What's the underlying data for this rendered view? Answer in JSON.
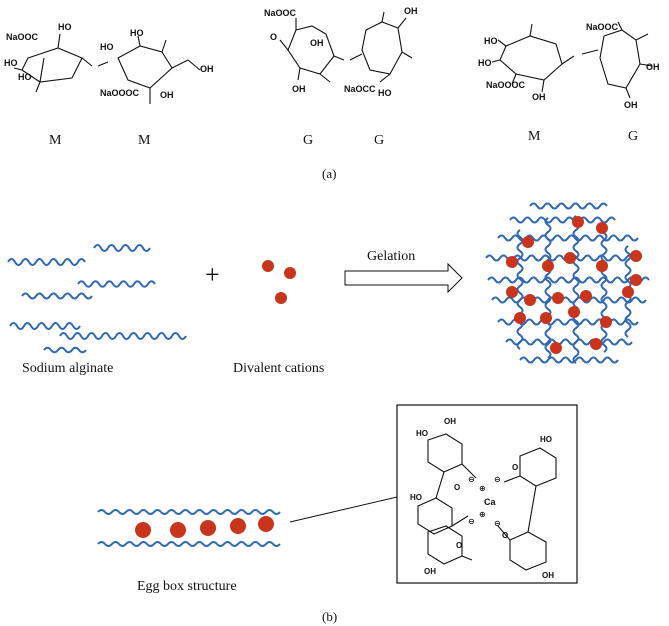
{
  "panel_a": {
    "caption": "(a)",
    "dimers": [
      {
        "units": [
          "M",
          "M"
        ],
        "groups": [
          "NaOOC",
          "HO",
          "HO",
          "HO",
          "HO",
          "HO",
          "NaOOOC",
          "OH",
          "OH"
        ]
      },
      {
        "units": [
          "G",
          "G"
        ],
        "groups": [
          "NaOOC",
          "OH",
          "O",
          "OH",
          "NaOCC",
          "OH"
        ]
      },
      {
        "units": [
          "M",
          "G"
        ],
        "groups": [
          "NaOOC",
          "HO",
          "HO",
          "NaOOOC",
          "OH",
          "OH",
          "OH"
        ]
      }
    ]
  },
  "panel_b": {
    "caption": "(b)",
    "sodium_alginate_label": "Sodium alginate",
    "plus_sign": "+",
    "cations_label": "Divalent cations",
    "arrow_label": "Gelation",
    "egg_box_label": "Egg box structure",
    "complex": {
      "metal": "Ca",
      "groups": [
        "OH",
        "HO",
        "O",
        "HO",
        "O",
        "HO",
        "O",
        "O",
        "OH",
        "OH"
      ]
    }
  },
  "colors": {
    "chain": "#2f68b4",
    "cation": "#c8341c",
    "text": "#111111"
  }
}
